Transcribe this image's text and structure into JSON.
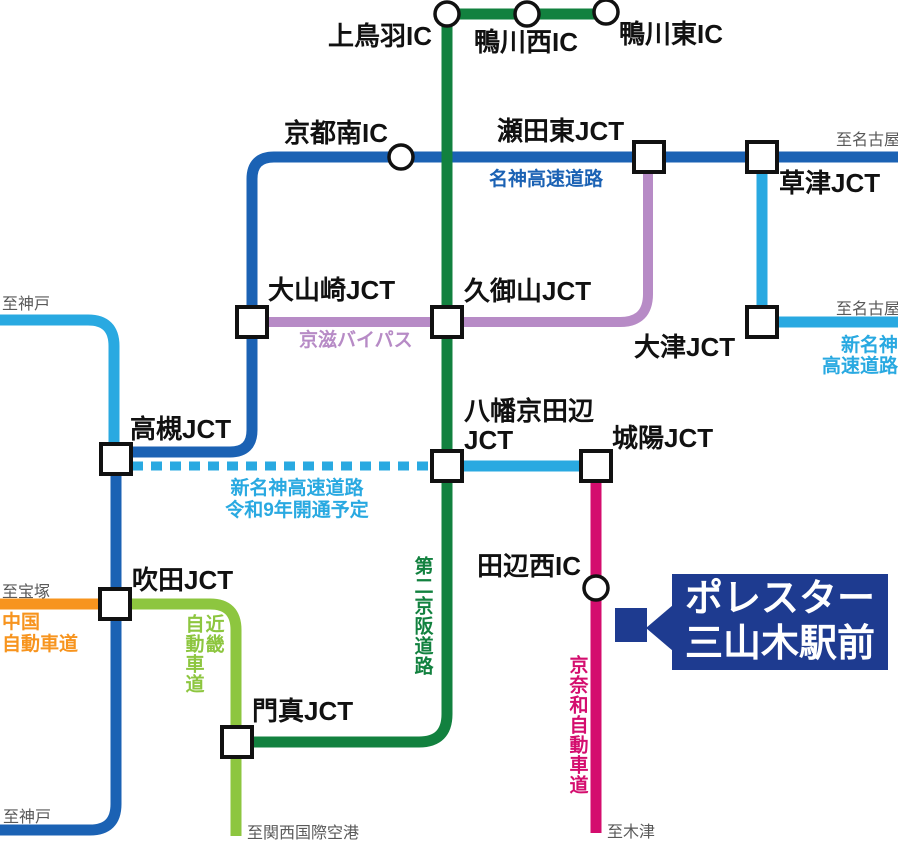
{
  "colors": {
    "meishin_blue": "#1b62b4",
    "shinmeishin_lightblue": "#29a9e1",
    "daini_keihan_green": "#12813f",
    "keiji_bypass_purple": "#b78bc6",
    "chugoku_orange": "#f7941e",
    "kinki_yellowgreen": "#8dc63f",
    "keinawa_magenta": "#d40d6e",
    "badge_navy": "#1e3b90",
    "node_fill": "#ffffff",
    "node_stroke": "#111111",
    "destination_gray": "#595959"
  },
  "stations": {
    "kamitoba_ic": "上鳥羽IC",
    "kamogawa_nishi_ic": "鴨川西IC",
    "kamogawa_higashi_ic": "鴨川東IC",
    "kyoto_minami_ic": "京都南IC",
    "setahigashi_jct": "瀬田東JCT",
    "kusatsu_jct": "草津JCT",
    "oyamazaki_jct": "大山崎JCT",
    "kumiyama_jct": "久御山JCT",
    "otsu_jct": "大津JCT",
    "takatsuki_jct": "高槻JCT",
    "yawata_kyotanabe_line1": "八幡京田辺",
    "yawata_kyotanabe_line2": "JCT",
    "joyo_jct": "城陽JCT",
    "suita_jct": "吹田JCT",
    "kadoma_jct": "門真JCT",
    "tanabe_nishi_ic": "田辺西IC"
  },
  "routes": {
    "meishin": "名神高速道路",
    "keiji_bypass": "京滋バイパス",
    "shinmeishin_right_line1": "新名神",
    "shinmeishin_right_line2": "高速道路",
    "shinmeishin_planned_line1": "新名神高速道路",
    "shinmeishin_planned_line2": "令和9年開通予定",
    "chugoku_line1": "中国",
    "chugoku_line2": "自動車道",
    "kinki_col1": "近畿",
    "kinki_col2": "自動車道",
    "daini_keihan": "第二京阪道路",
    "keinawa": "京奈和自動車道"
  },
  "destinations": {
    "to_nagoya_top": "至名古屋",
    "to_nagoya_right": "至名古屋",
    "to_kobe_top": "至神戸",
    "to_takarazuka": "至宝塚",
    "to_kobe_bottom": "至神戸",
    "to_kansai_airport": "至関西国際空港",
    "to_kizu": "至木津"
  },
  "badge": {
    "line1": "ポレスター",
    "line2": "三山木駅前"
  }
}
